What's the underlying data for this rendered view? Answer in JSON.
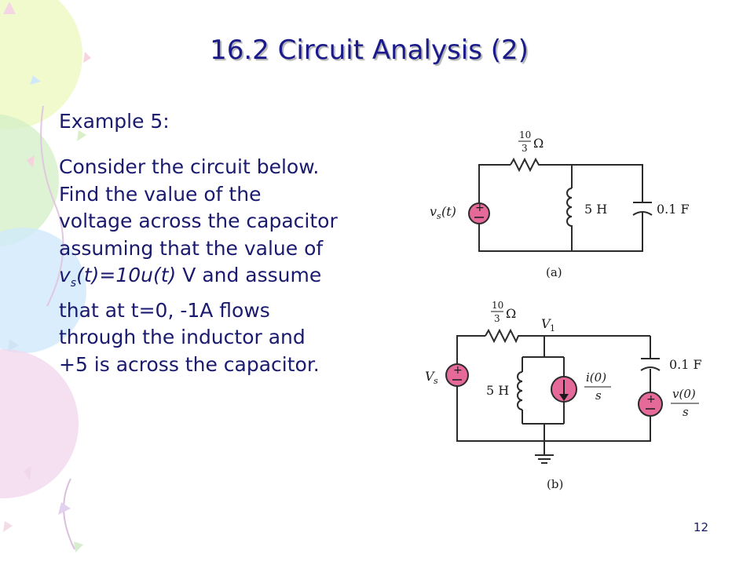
{
  "title": "16.2 Circuit Analysis (2)",
  "example_label": "Example 5:",
  "problem": {
    "line1": "Consider the circuit below.",
    "line2": "Find the value of the",
    "line3": "voltage across the capacitor",
    "line4": "assuming that the value of",
    "vs_main": "v",
    "vs_sub": "s",
    "vs_rest": "(t)=10u(t)",
    "line5_tail": " V and assume",
    "line6": "that at t=0, -1A flows",
    "line7": "through the inductor and",
    "line8": "+5 is across the capacitor."
  },
  "page_number": "12",
  "circuit_a": {
    "resistor_num": "10",
    "resistor_den": "3",
    "ohm": "Ω",
    "source_label": "v",
    "source_sub": "s",
    "source_arg": "(t)",
    "inductor": "5 H",
    "capacitor": "0.1 F",
    "caption": "(a)"
  },
  "circuit_b": {
    "resistor_num": "10",
    "resistor_den": "3",
    "ohm": "Ω",
    "node": "V",
    "node_sub": "1",
    "source_label": "V",
    "source_sub": "s",
    "inductor": "5 H",
    "current_num": "i(0)",
    "current_den": "s",
    "capacitor": "0.1 F",
    "voltage_num": "v(0)",
    "voltage_den": "s",
    "caption": "(b)"
  },
  "colors": {
    "title": "#1a1a8a",
    "text": "#1a1a6e",
    "source_fill": "#e56a9a"
  }
}
